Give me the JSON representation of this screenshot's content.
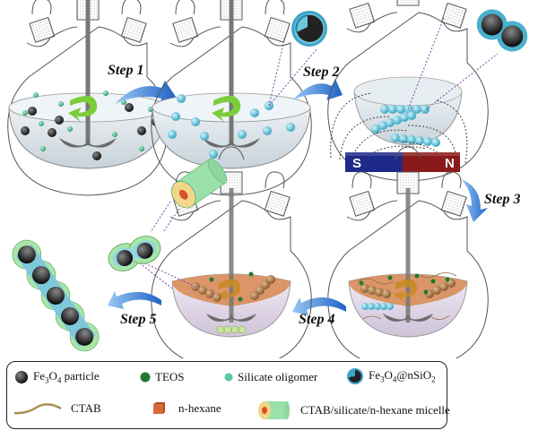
{
  "figure": {
    "steps": [
      {
        "id": 1,
        "label": "Step 1"
      },
      {
        "id": 2,
        "label": "Step 2"
      },
      {
        "id": 3,
        "label": "Step 3"
      },
      {
        "id": 4,
        "label": "Step 4"
      },
      {
        "id": 5,
        "label": "Step 5"
      }
    ],
    "magnet": {
      "south_label": "S",
      "north_label": "N"
    },
    "colors": {
      "fe3o4": "#2a2a2a",
      "teos": "#1e7a2e",
      "silicate": "#5cc7a0",
      "shell": "#5ab8d0",
      "ctab": "#a89050",
      "hexane": "#d86a3a",
      "micelle": "#8fdc9a",
      "arrow": "#3a7fd6",
      "magnet_s": "#1e2a8a",
      "magnet_n": "#8a1a1a",
      "oil_phase": "#d99060"
    }
  },
  "legend": {
    "items": [
      {
        "key": "fe3o4",
        "text_main": "Fe",
        "sub1": "3",
        "mid": "O",
        "sub2": "4",
        "tail": " particle"
      },
      {
        "key": "teos",
        "text": "TEOS"
      },
      {
        "key": "silicate",
        "text": "Silicate oligomer"
      },
      {
        "key": "core_shell",
        "text_main": "Fe",
        "sub1": "3",
        "mid": "O",
        "sub2": "4",
        "tail": "@nSiO",
        "sub3": "2"
      },
      {
        "key": "ctab",
        "text": "CTAB"
      },
      {
        "key": "hexane",
        "text": "n-hexane"
      },
      {
        "key": "micelle",
        "text": "CTAB/silicate/n-hexane micelle"
      }
    ]
  }
}
